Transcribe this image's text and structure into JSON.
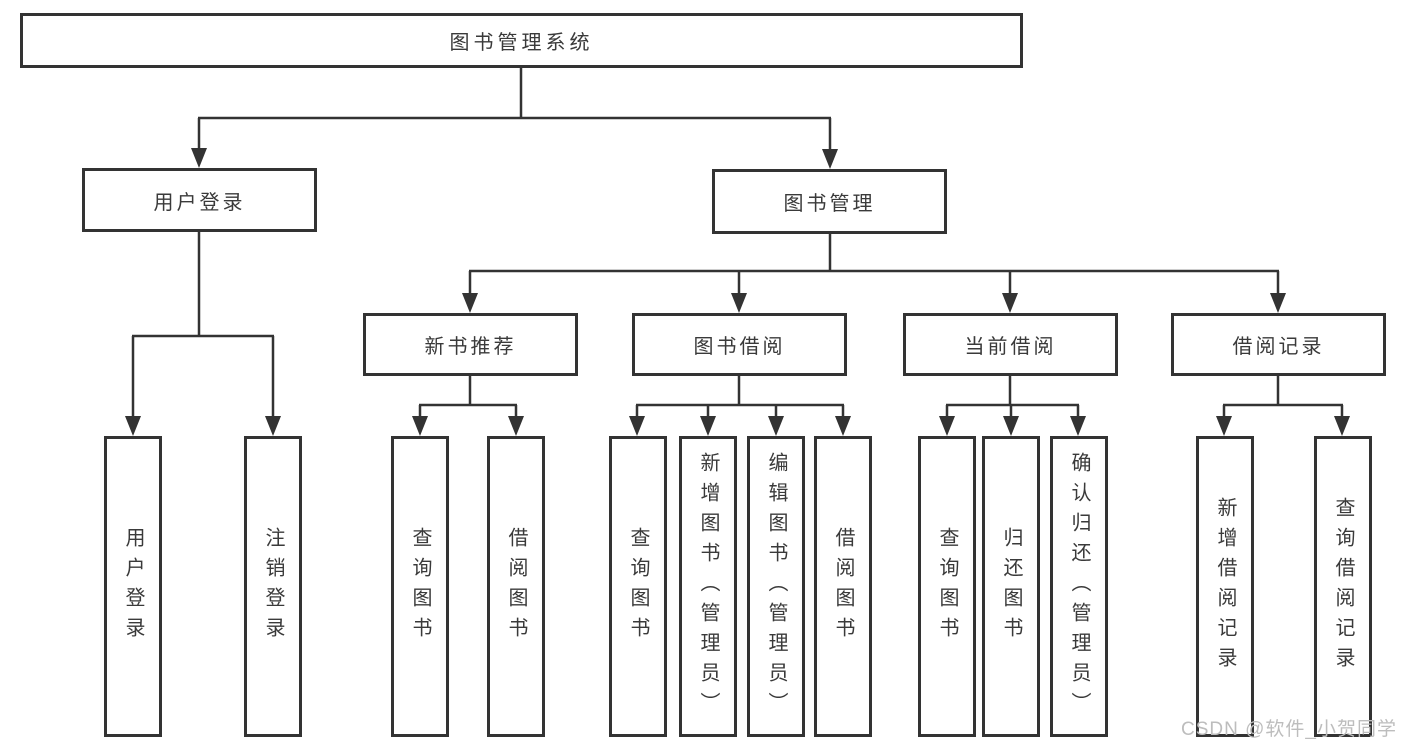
{
  "diagram": {
    "root_label": "图书管理系统",
    "user_branch": {
      "label": "用户登录",
      "children": [
        "用户登录",
        "注销登录"
      ]
    },
    "book_branch": {
      "label": "图书管理",
      "sections": [
        {
          "label": "新书推荐",
          "children": [
            "查询图书",
            "借阅图书"
          ]
        },
        {
          "label": "图书借阅",
          "children": [
            "查询图书",
            "新增图书（管理员）",
            "编辑图书（管理员）",
            "借阅图书"
          ]
        },
        {
          "label": "当前借阅",
          "children": [
            "查询图书",
            "归还图书",
            "确认归还（管理员）"
          ]
        },
        {
          "label": "借阅记录",
          "children": [
            "新增借阅记录",
            "查询借阅记录"
          ]
        }
      ]
    }
  },
  "watermark": "CSDN @软件_小贺同学",
  "colors": {
    "line": "#333333",
    "text": "#3a3a3a",
    "watermark": "#bdbdbd",
    "background": "#ffffff"
  }
}
